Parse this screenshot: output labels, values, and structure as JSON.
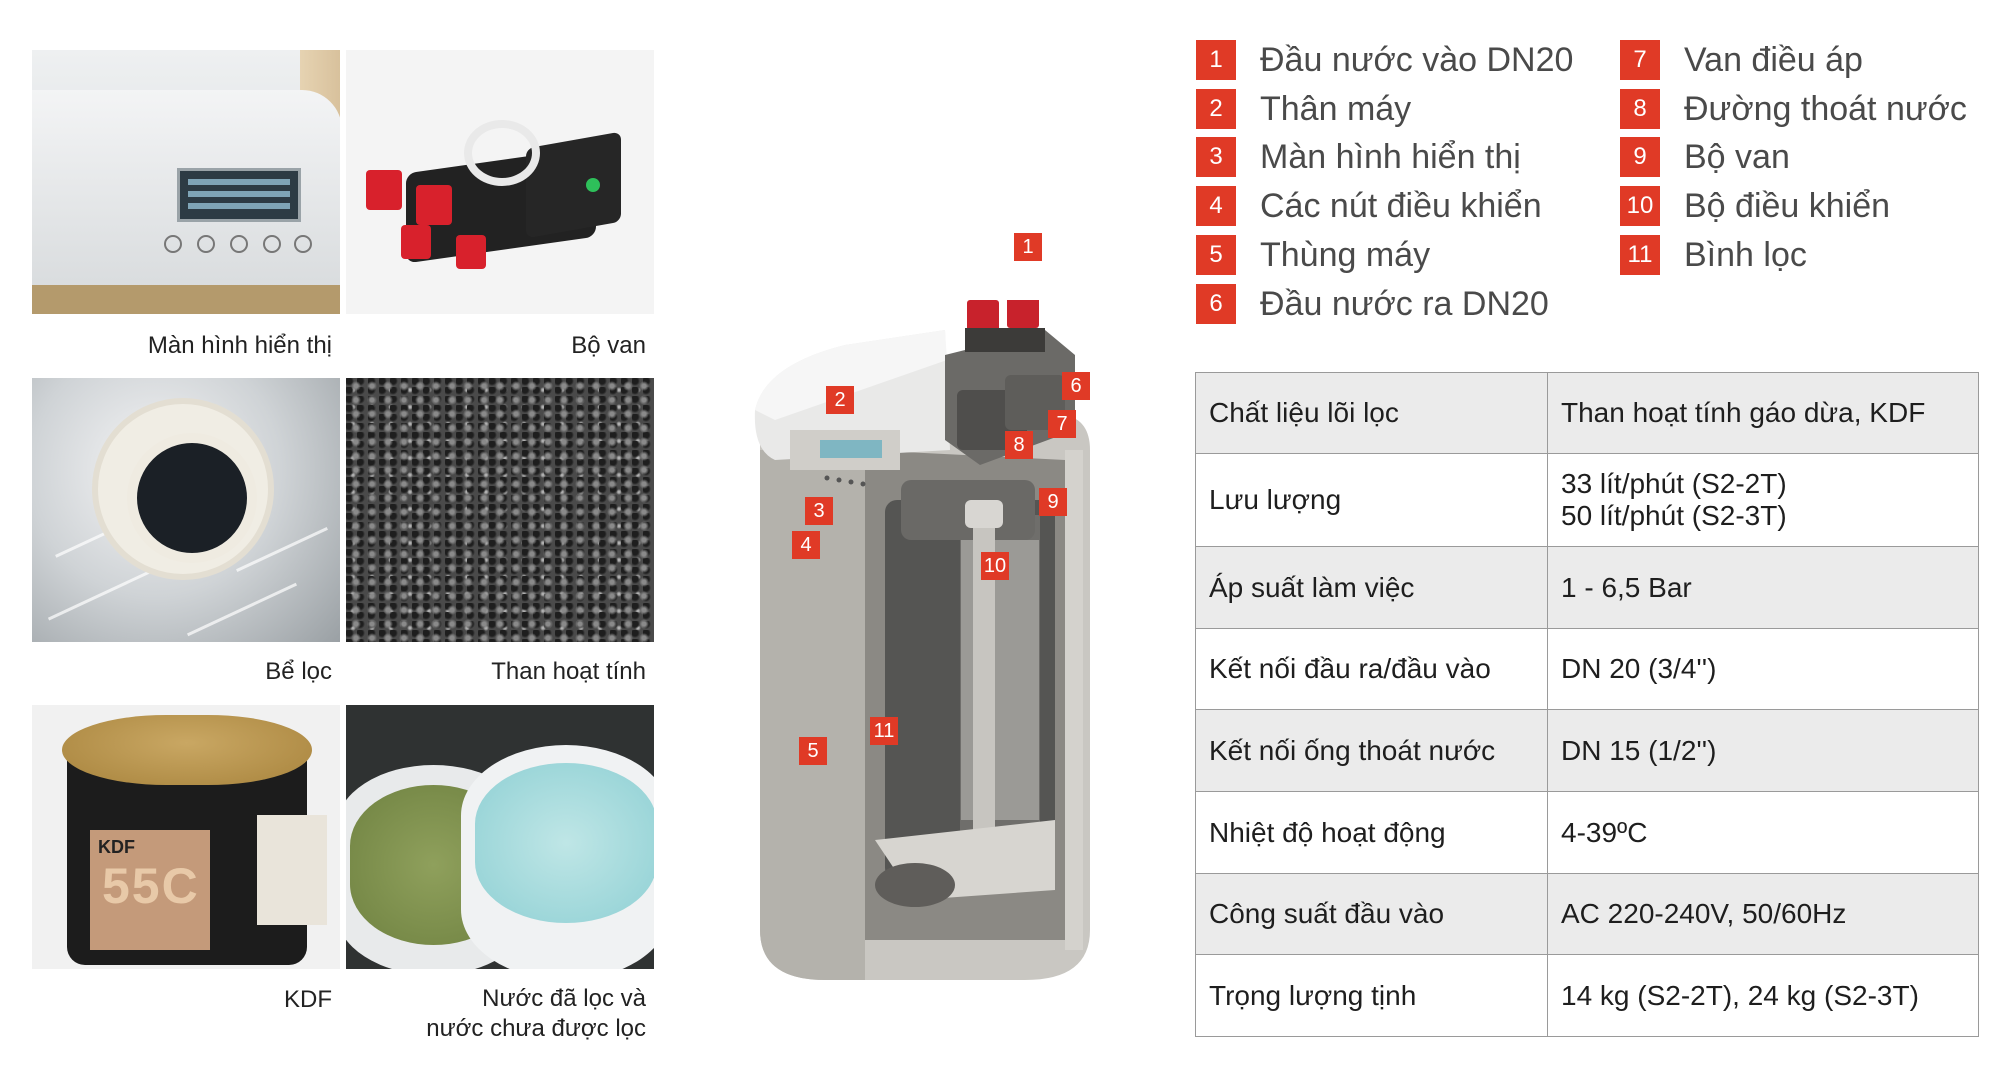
{
  "photos": [
    {
      "caption": "Màn hình hiển thị"
    },
    {
      "caption": "Bộ van"
    },
    {
      "caption": "Bể lọc"
    },
    {
      "caption": "Than hoạt tính"
    },
    {
      "caption": "KDF"
    },
    {
      "caption_lines": [
        "Nước đã lọc và",
        "nước chưa được lọc"
      ]
    }
  ],
  "kdf_label": "KDF",
  "kdf_code": "55C",
  "diagram_markers": [
    "1",
    "2",
    "3",
    "4",
    "5",
    "6",
    "7",
    "8",
    "9",
    "10",
    "11"
  ],
  "legend": [
    {
      "num": "1",
      "label": "Đầu nước vào DN20"
    },
    {
      "num": "2",
      "label": "Thân máy"
    },
    {
      "num": "3",
      "label": "Màn hình hiển thị"
    },
    {
      "num": "4",
      "label": "Các nút điều khiển"
    },
    {
      "num": "5",
      "label": "Thùng máy"
    },
    {
      "num": "6",
      "label": "Đầu nước ra DN20"
    },
    {
      "num": "7",
      "label": "Van điều áp"
    },
    {
      "num": "8",
      "label": "Đường thoát nước"
    },
    {
      "num": "9",
      "label": "Bộ van"
    },
    {
      "num": "10",
      "label": "Bộ điều khiển"
    },
    {
      "num": "11",
      "label": "Bình lọc"
    }
  ],
  "specs": [
    {
      "key": "Chất liệu lõi lọc",
      "value": [
        "Than hoạt tính gáo dừa, KDF"
      ]
    },
    {
      "key": "Lưu lượng",
      "value": [
        "33 lít/phút (S2-2T)",
        "50 lít/phút (S2-3T)"
      ]
    },
    {
      "key": "Áp suất làm việc",
      "value": [
        "1 - 6,5 Bar"
      ]
    },
    {
      "key": "Kết nối đầu ra/đầu vào",
      "value": [
        "DN 20 (3/4'')"
      ]
    },
    {
      "key": "Kết nối ống thoát nước",
      "value": [
        "DN 15 (1/2'')"
      ]
    },
    {
      "key": "Nhiệt độ hoạt động",
      "value": [
        "4-39ºC"
      ]
    },
    {
      "key": "Công suất đầu vào",
      "value": [
        "AC 220-240V, 50/60Hz"
      ]
    },
    {
      "key": "Trọng lượng tịnh",
      "value": [
        "14 kg (S2-2T), 24 kg (S2-3T)"
      ]
    }
  ],
  "colors": {
    "accent": "#e03a26",
    "table_stripe": "#ebebeb",
    "table_border": "#9a9a9a"
  }
}
